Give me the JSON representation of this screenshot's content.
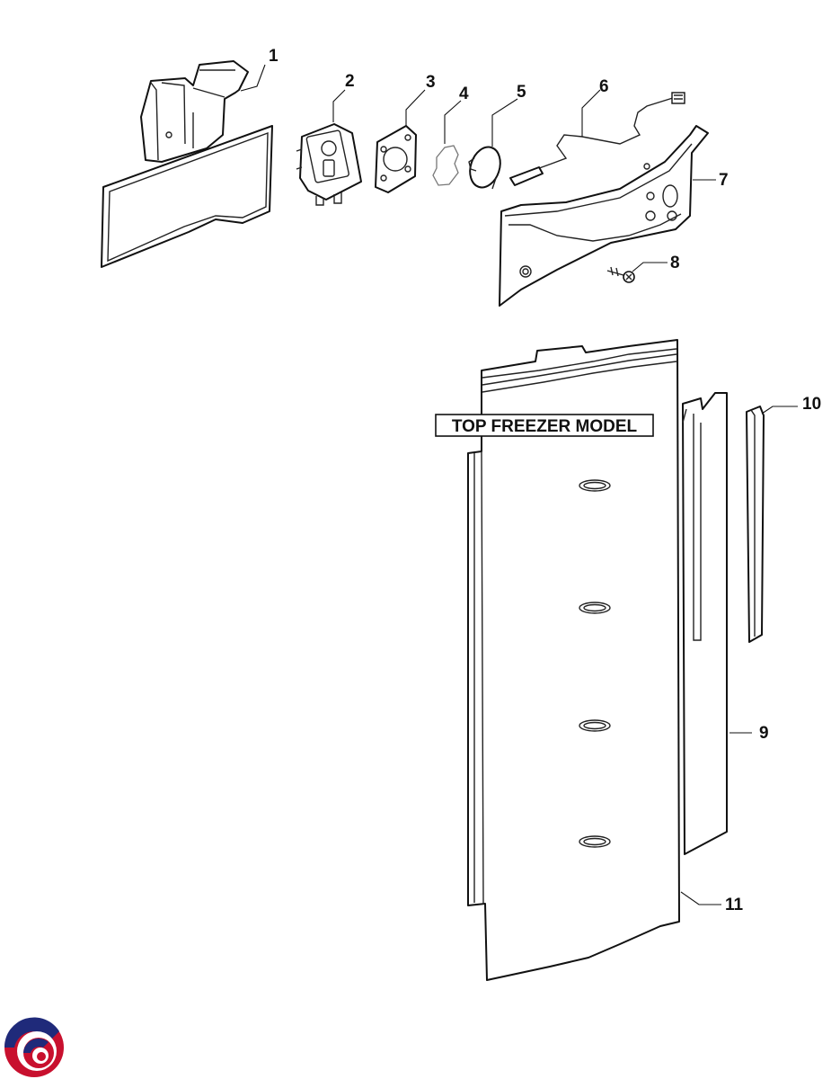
{
  "model_label": "TOP FREEZER MODEL",
  "callouts": [
    "1",
    "2",
    "3",
    "4",
    "5",
    "6",
    "7",
    "8",
    "9",
    "10",
    "11"
  ],
  "parts": [
    {
      "number": "1"
    },
    {
      "number": "2"
    },
    {
      "number": "3"
    },
    {
      "number": "4"
    },
    {
      "number": "5"
    },
    {
      "number": "6"
    },
    {
      "number": "7"
    },
    {
      "number": "8"
    },
    {
      "number": "9"
    },
    {
      "number": "10"
    },
    {
      "number": "11"
    }
  ],
  "logo": {
    "colors": [
      "#c8102e",
      "#1f2a7a",
      "#ffffff"
    ]
  }
}
